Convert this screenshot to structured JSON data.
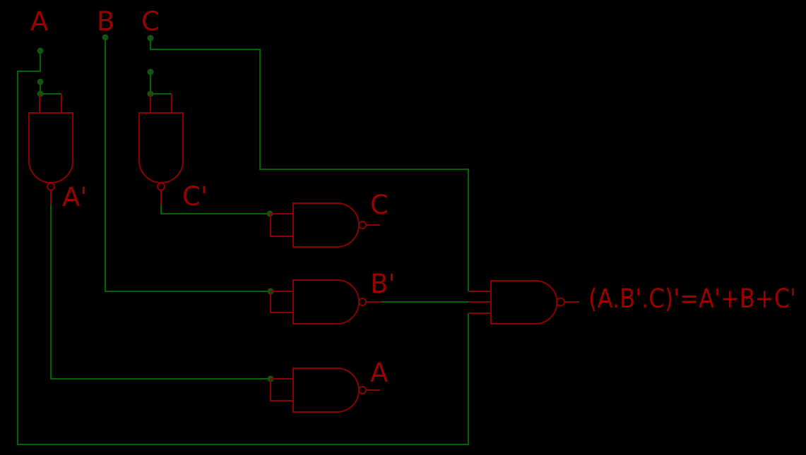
{
  "diagram": {
    "type": "logic-circuit-schematic",
    "colors": {
      "background": "#000000",
      "wire_green": "#006400",
      "junction_green": "#115511",
      "component_red": "#8b0000",
      "label_red": "#9a0000"
    },
    "labels": {
      "input_a": "A",
      "input_b": "B",
      "input_c": "C",
      "gate_a_prime_out": "A'",
      "gate_c_prime_out": "C'",
      "gate_c_out": "C",
      "gate_b_prime_out": "B'",
      "gate_a_out": "A",
      "final_output": "(A.B'.C)'=A'+B+C'"
    },
    "gates": [
      {
        "id": "nand-inverter-a",
        "type": "NAND",
        "inputs": [
          "A",
          "A"
        ],
        "output": "A'"
      },
      {
        "id": "nand-inverter-c",
        "type": "NAND",
        "inputs": [
          "C",
          "C"
        ],
        "output": "C'"
      },
      {
        "id": "nand-inverter-c2",
        "type": "NAND",
        "inputs": [
          "C'",
          "C'"
        ],
        "output": "C"
      },
      {
        "id": "nand-inverter-b",
        "type": "NAND",
        "inputs": [
          "B",
          "B"
        ],
        "output": "B'"
      },
      {
        "id": "nand-inverter-a2",
        "type": "NAND",
        "inputs": [
          "A'",
          "A'"
        ],
        "output": "A"
      },
      {
        "id": "nand-final",
        "type": "NAND",
        "inputs": [
          "C",
          "B'",
          "A"
        ],
        "output": "(A.B'.C)'=A'+B+C'"
      }
    ]
  }
}
